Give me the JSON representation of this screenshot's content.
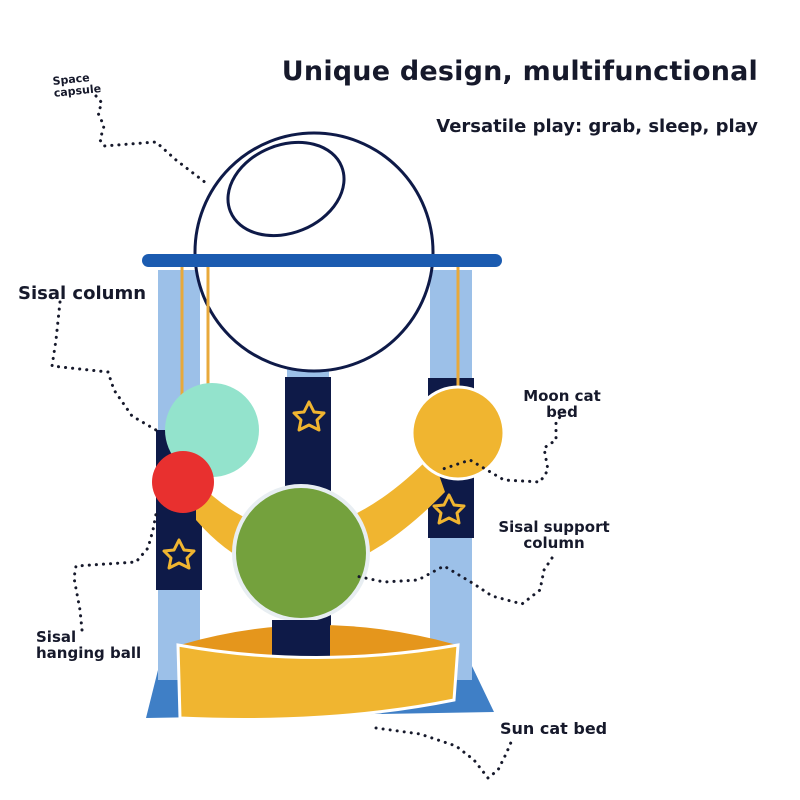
{
  "heading": {
    "title": "Unique design, multifunctional",
    "subtitle": "Versatile play: grab, sleep, play"
  },
  "labels": {
    "space_capsule": [
      "Space",
      "capsule"
    ],
    "sisal_column": "Sisal column",
    "moon_cat_bed": [
      "Moon cat",
      "bed"
    ],
    "sisal_support_column": [
      "Sisal support",
      "column"
    ],
    "sisal_hanging_ball": [
      "Sisal",
      "hanging ball"
    ],
    "sun_cat_bed": "Sun cat bed"
  },
  "colors": {
    "navy": "#0e1a48",
    "light_blue": "#9cc0e8",
    "top_bar_blue": "#1b5bb0",
    "base_blue": "#3f7fc6",
    "yellow": "#f0b530",
    "mint": "#93e3cc",
    "red": "#e8302f",
    "green": "#74a13d",
    "string": "#e8a93a"
  }
}
